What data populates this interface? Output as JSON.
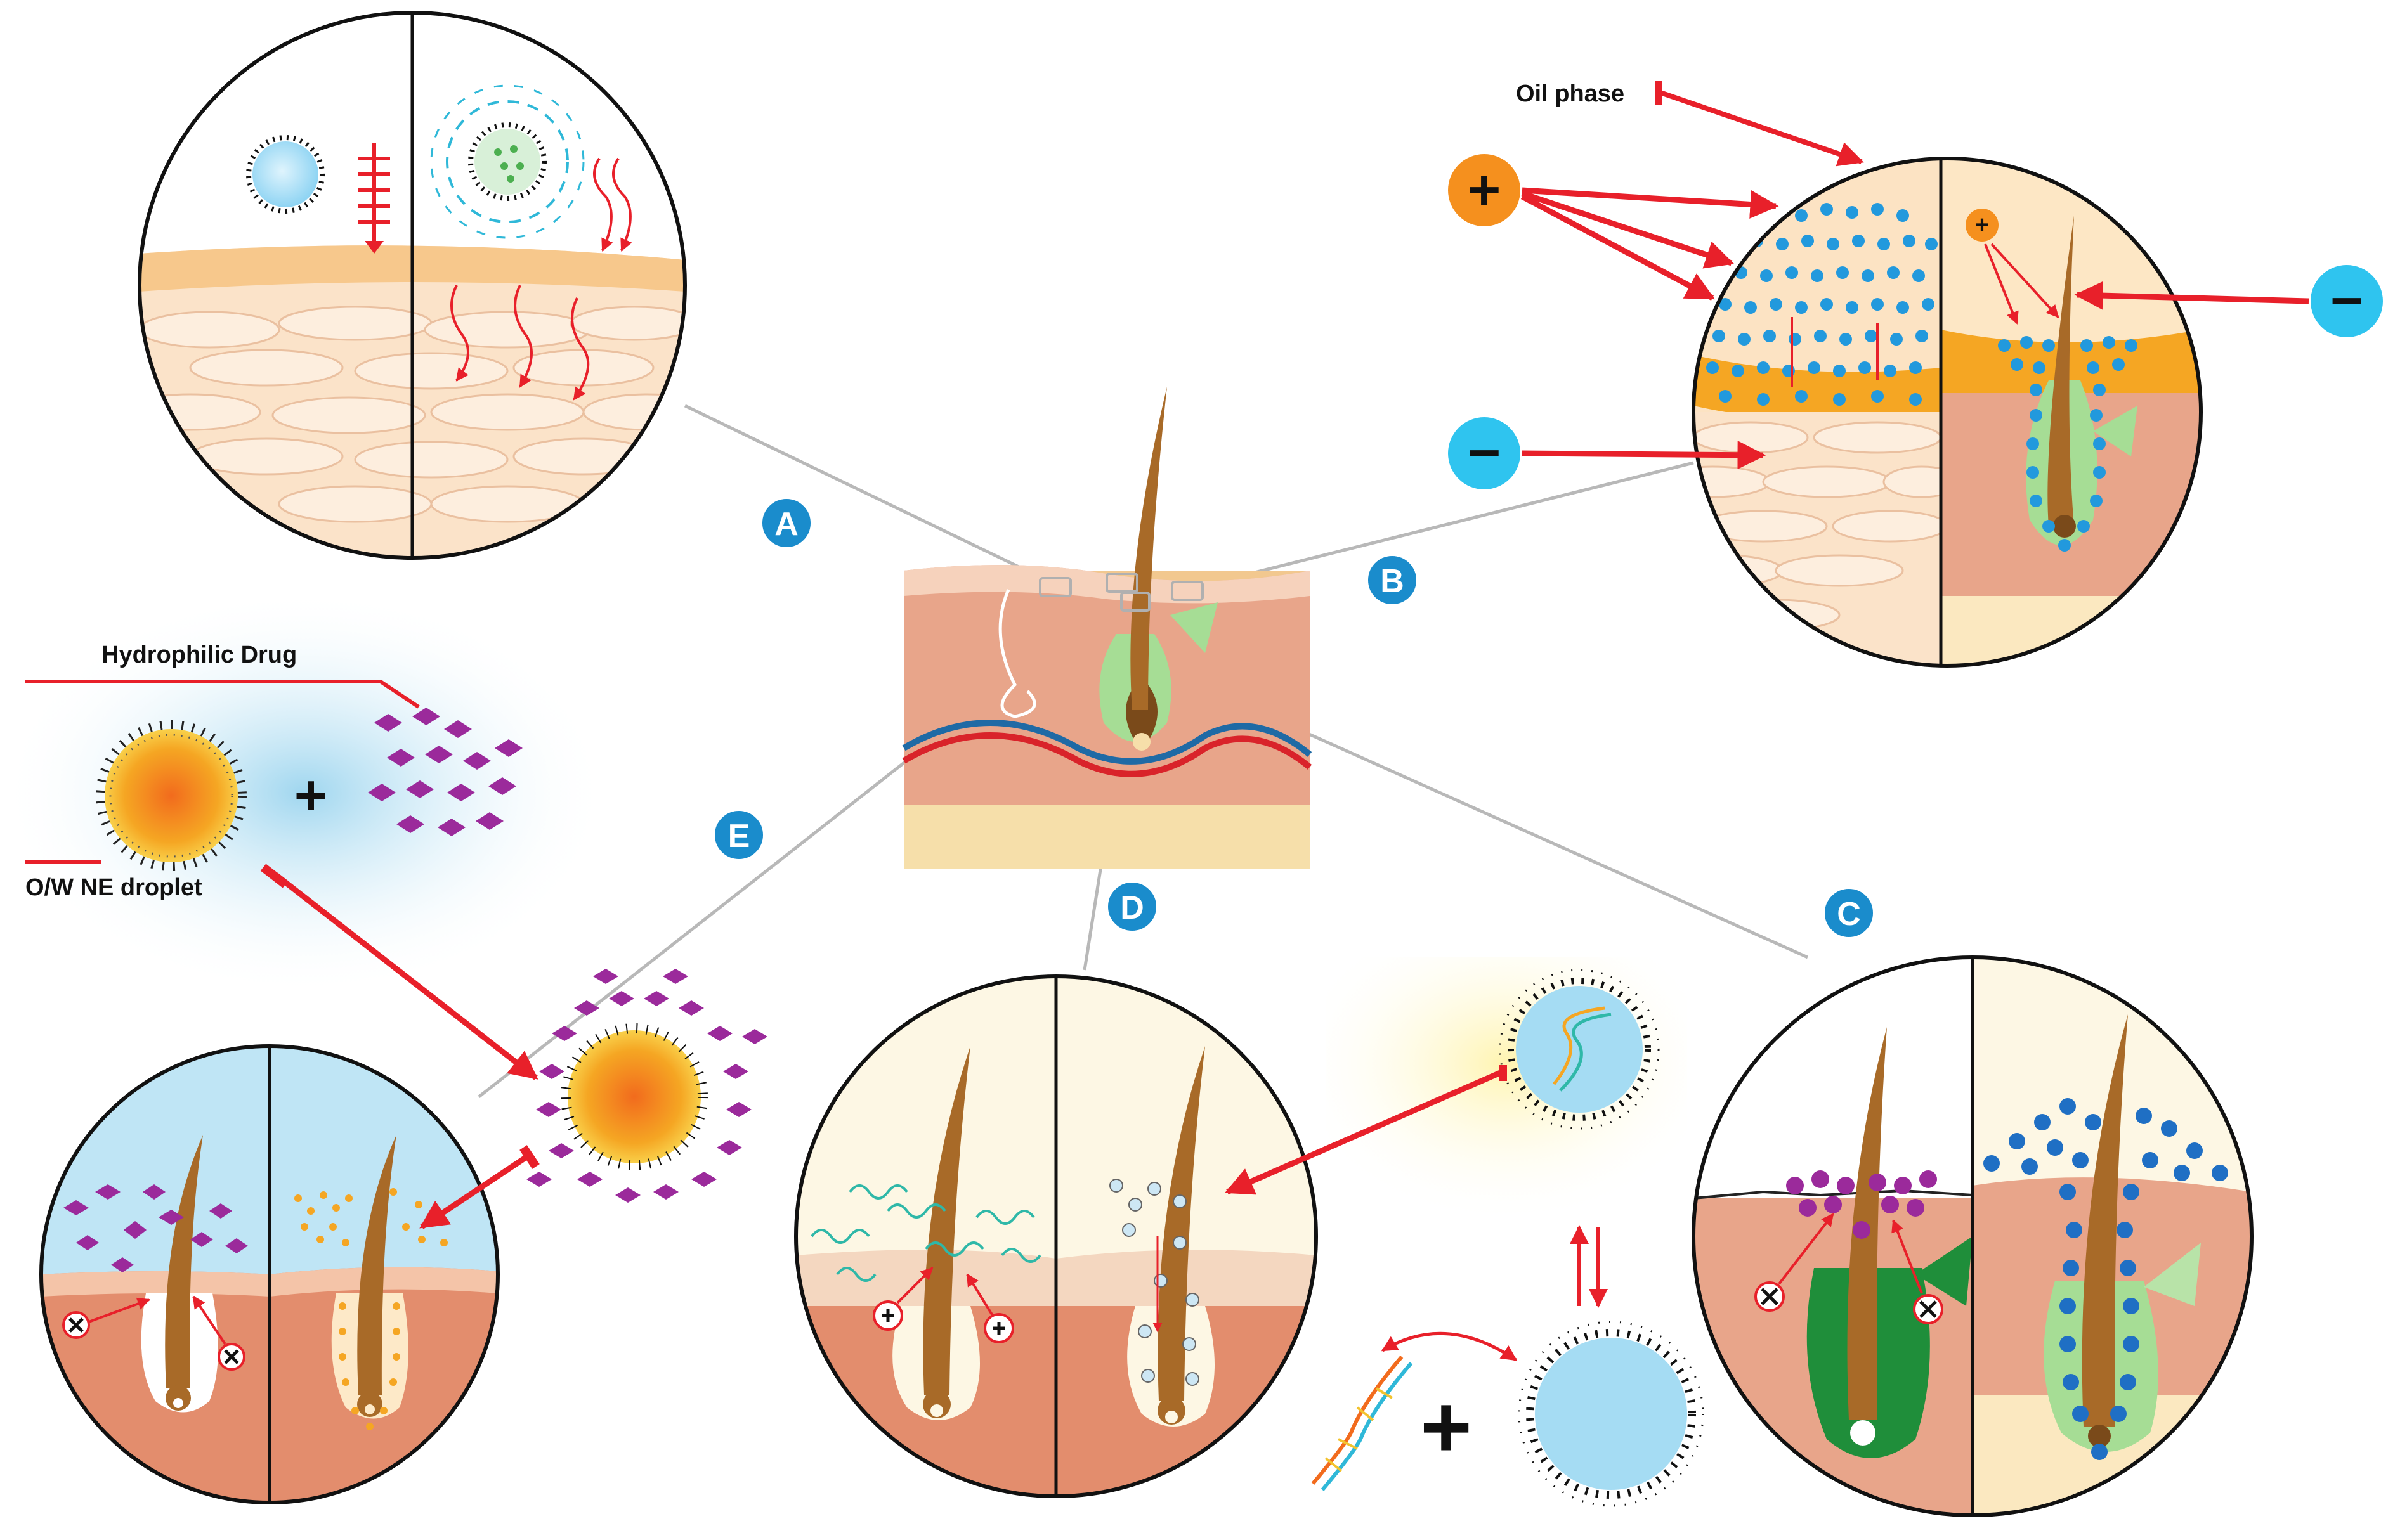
{
  "panels": {
    "A": {
      "letter": "A"
    },
    "B": {
      "letter": "B"
    },
    "C": {
      "letter": "C"
    },
    "D": {
      "letter": "D"
    },
    "E": {
      "letter": "E"
    }
  },
  "labels": {
    "oil_phase": "Oil phase",
    "hydrophilic_drug": "Hydrophilic Drug",
    "ow_ne_droplet": "O/W NE droplet"
  },
  "symbols": {
    "plus": "+",
    "minus": "−"
  },
  "colors": {
    "badge_blue": "#1a8ccc",
    "arrow_red": "#e8202a",
    "positive_orange": "#f5901e",
    "negative_cyan": "#2fc4ef",
    "particle_blue": "#2299dd",
    "drug_purple": "#9b2a9b",
    "hair_brown": "#a86a28",
    "skin_pink": "#e8a58a",
    "dermis": "#e38d6d",
    "stratum_corneum": "#f7c88c",
    "gland_green": "#9ed98a"
  },
  "icons": {
    "anionic_charge": "minus-sign-icon",
    "cationic_charge": "plus-sign-icon",
    "dna": "dna-helix-icon",
    "blocked": "blocked-x-icon",
    "nanoemulsion": "nanodroplet-icon"
  }
}
